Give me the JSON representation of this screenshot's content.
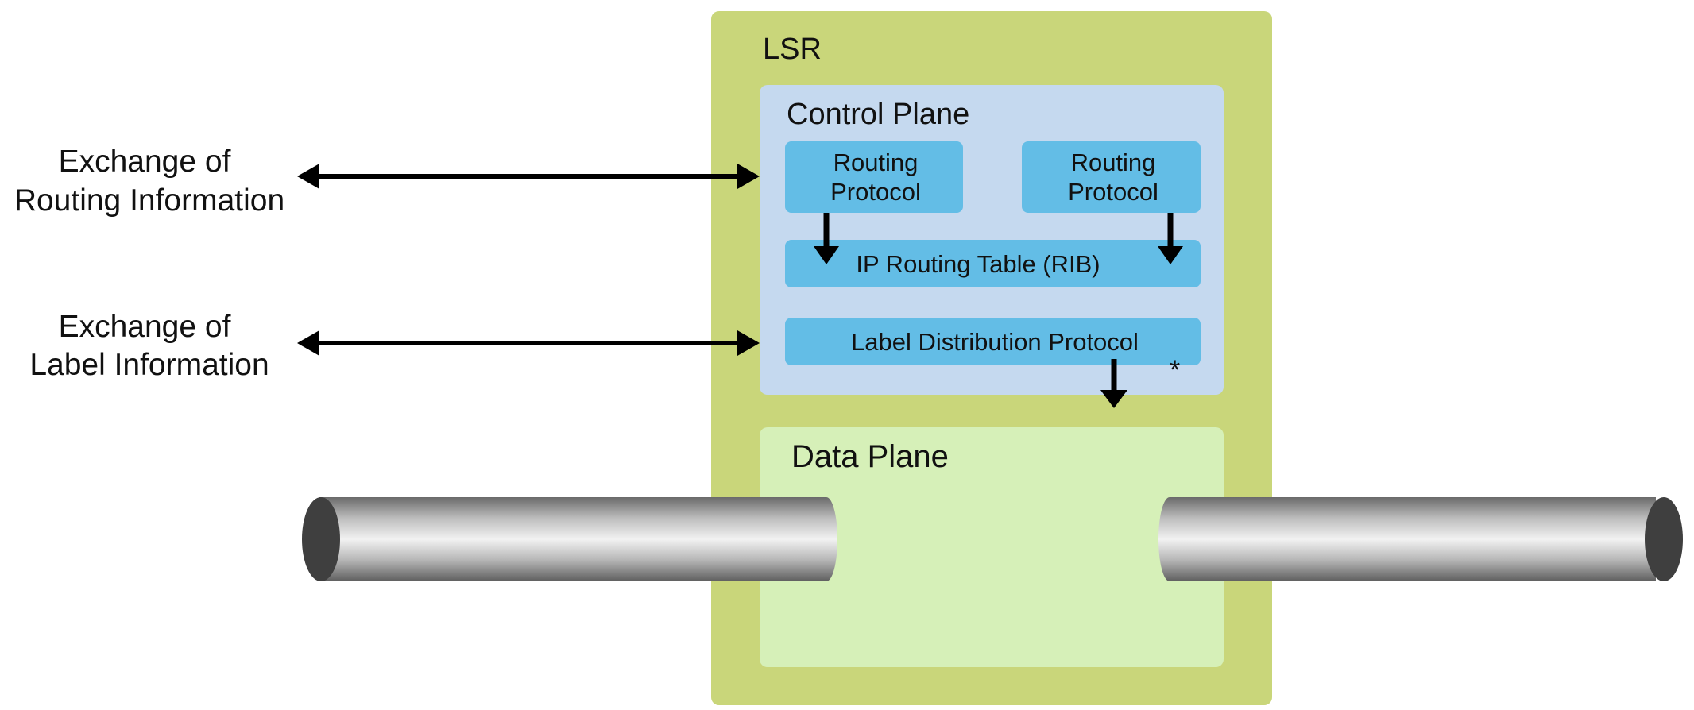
{
  "diagram": {
    "lsr_label": "LSR",
    "control_plane": {
      "title": "Control Plane",
      "routing_protocol_left": [
        "Routing",
        "Protocol"
      ],
      "routing_protocol_right": [
        "Routing",
        "Protocol"
      ],
      "rib_label": "IP Routing Table (RIB)",
      "ldp_label": "Label Distribution Protocol",
      "asterisk": "*"
    },
    "data_plane": {
      "title": "Data Plane"
    },
    "external": {
      "routing_exchange": [
        "Exchange of",
        "Routing Information"
      ],
      "label_exchange": [
        "Exchange of",
        "Label Information"
      ]
    },
    "colors": {
      "lsr_fill": "#c9d67a",
      "control_plane_fill": "#c5d9ef",
      "protocol_box_fill": "#63bde6",
      "data_plane_fill": "#d6f0b8",
      "arrow": "#000000",
      "pipe_cap": "#3f3f3f"
    }
  }
}
